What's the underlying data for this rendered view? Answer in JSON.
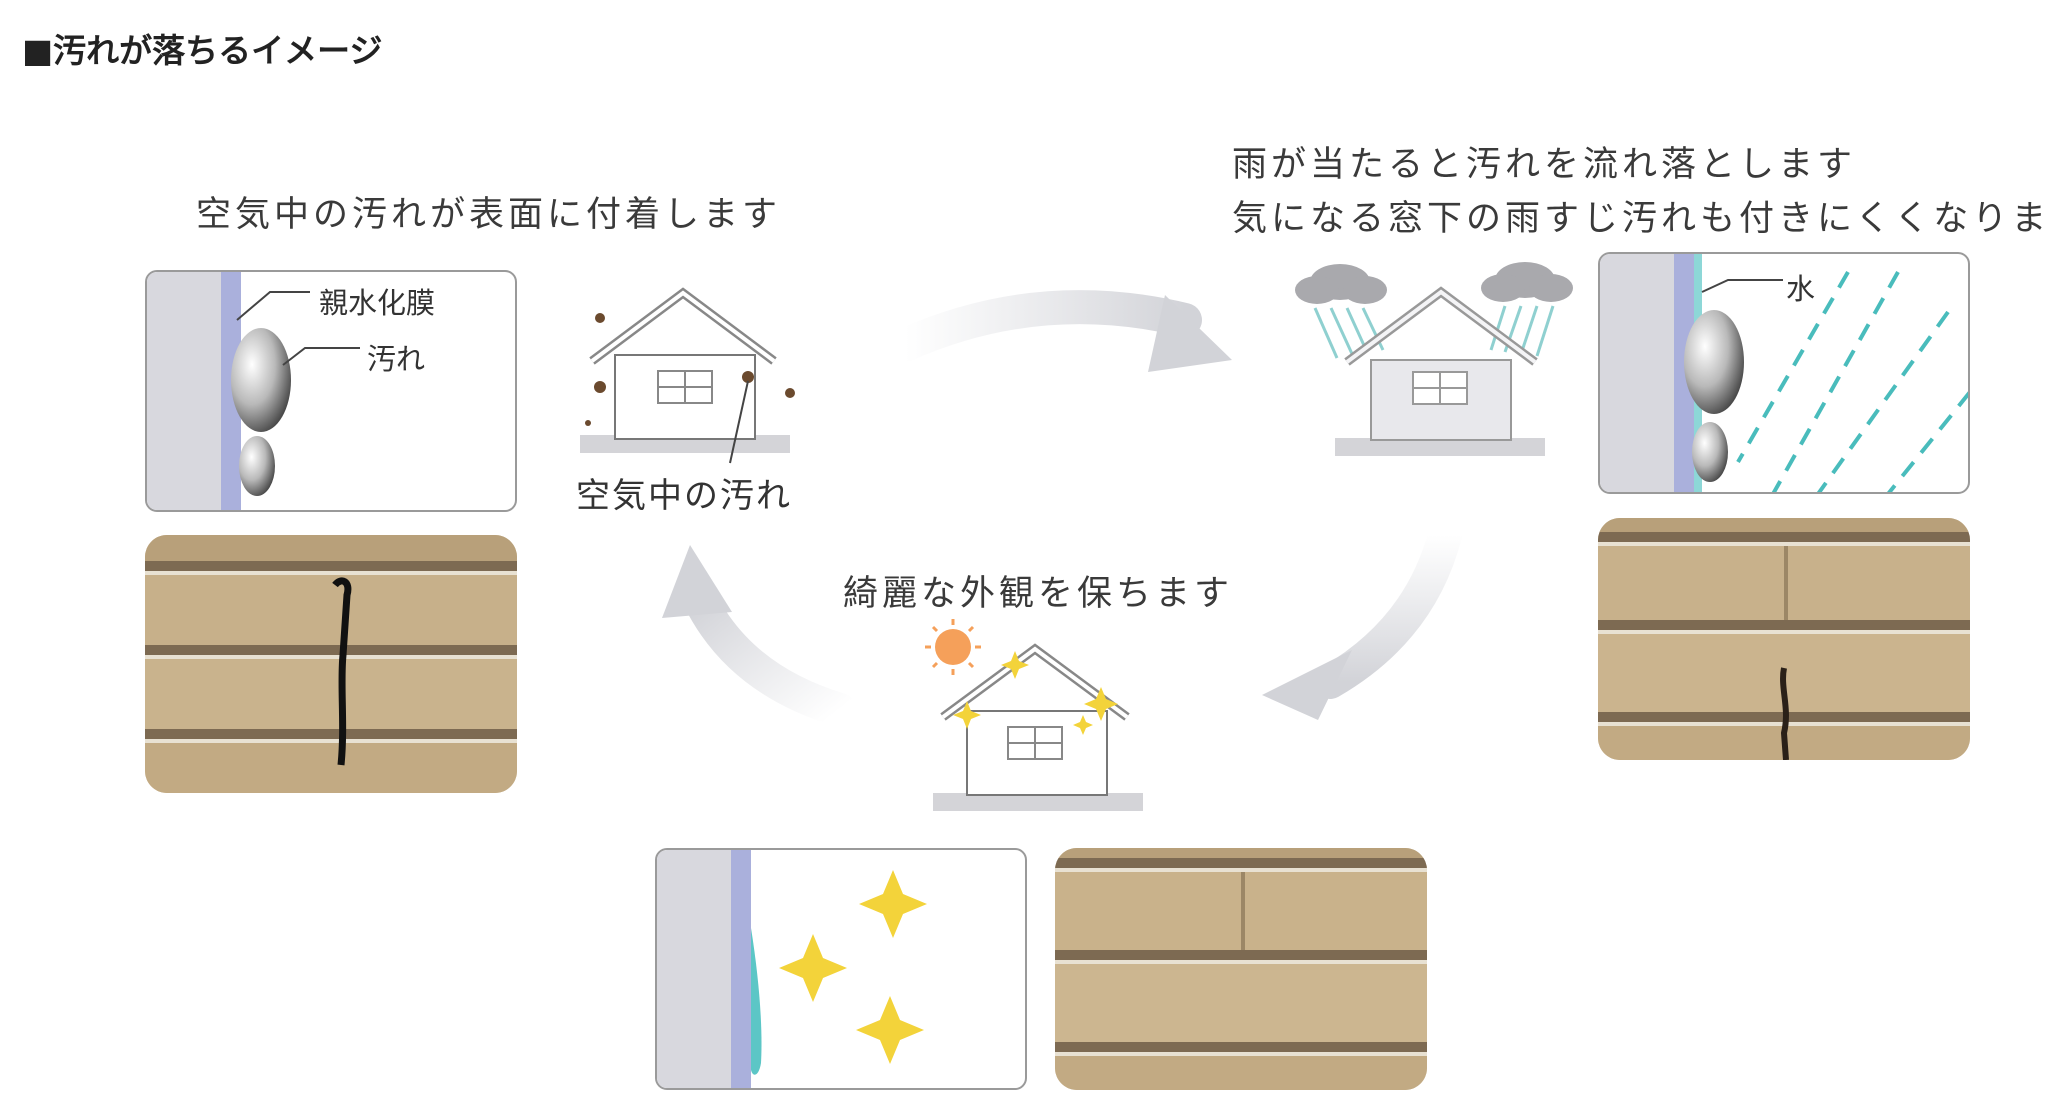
{
  "title": "■汚れが落ちるイメージ",
  "captions": {
    "adhere": "空気中の汚れが表面に付着します",
    "rain_line1": "雨が当たると汚れを流れ落とします",
    "rain_line2": "気になる窓下の雨すじ汚れも付きにくくなります",
    "beauty": "綺麗な外観を保ちます"
  },
  "labels": {
    "film": "親水化膜",
    "dirt": "汚れ",
    "water": "水",
    "air_dirt": "空気中の汚れ"
  },
  "colors": {
    "wall": "#d8d8de",
    "film": "#aab0dc",
    "water": "#5cc6c6",
    "sparkle": "#f3d33a",
    "sun": "#f5a05a",
    "arrow": "#d6d7dc",
    "brick": "#c9b28a"
  }
}
